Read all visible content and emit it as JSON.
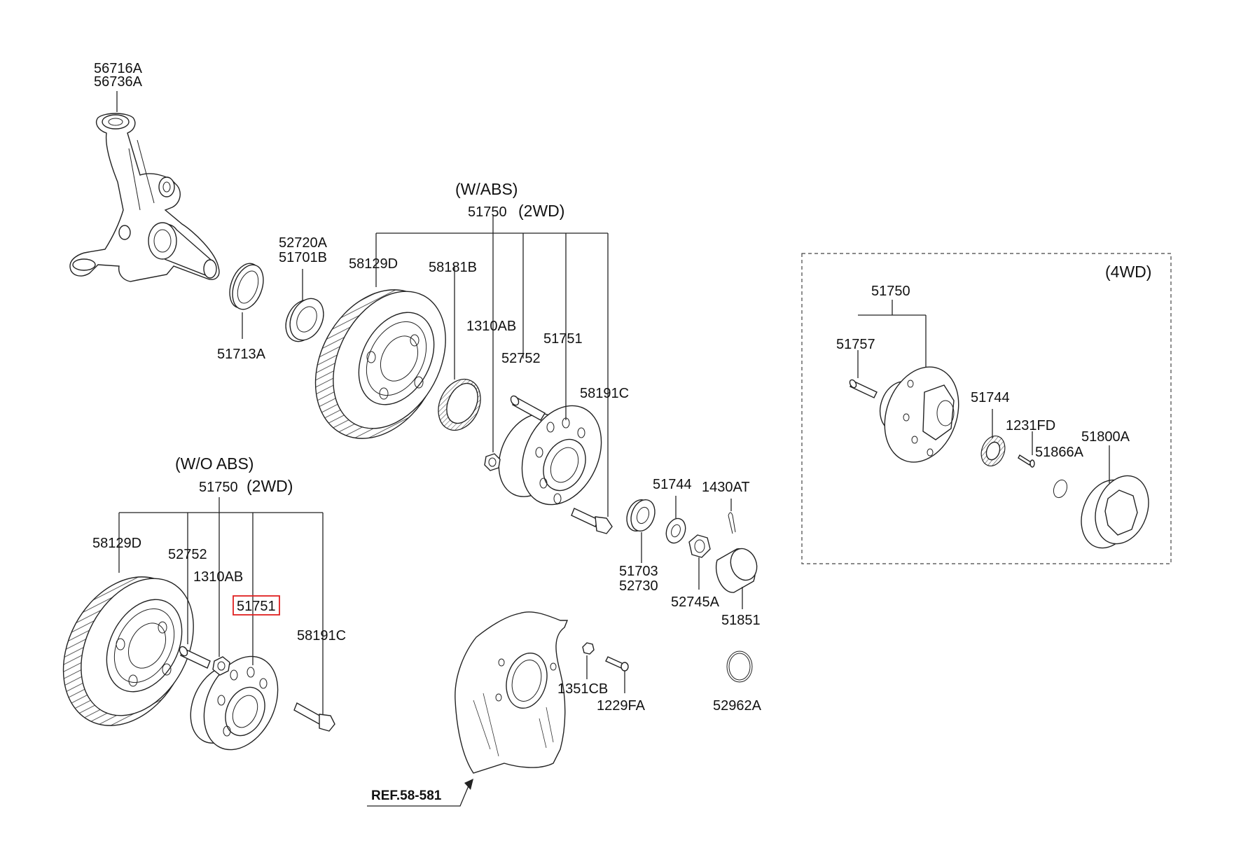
{
  "groups": {
    "w_abs": "(W/ABS)",
    "w_abs_code": "51750",
    "w_abs_drive": "(2WD)",
    "wo_abs": "(W/O ABS)",
    "wo_abs_code": "51750",
    "wo_abs_drive": "(2WD)",
    "fwd": "(4WD)",
    "fwd_code": "51750"
  },
  "parts": {
    "knuckle_a": "56716A",
    "knuckle_b": "56736A",
    "seal_51713A": "51713A",
    "bearing_a": "52720A",
    "bearing_b": "51701B",
    "disc_wabs": "58129D",
    "ring_wabs": "58181B",
    "nut_wabs": "1310AB",
    "stud_wabs": "52752",
    "hub_wabs": "51751",
    "bolt_wabs": "58191C",
    "washer": "51744",
    "pin": "1430AT",
    "outer_bearing_a": "51703",
    "outer_bearing_b": "52730",
    "castle_nut": "52745A",
    "cap": "51851",
    "nut_1351": "1351CB",
    "bolt_1229": "1229FA",
    "snap_ring": "52962A",
    "disc_woabs": "58129D",
    "stud_woabs": "52752",
    "nut_woabs": "1310AB",
    "hub_woabs": "51751",
    "bolt_woabs": "58191C",
    "ref": "REF.58-581",
    "stud_4wd": "51757",
    "washer_4wd": "51744",
    "screw_4wd": "1231FD",
    "oring_4wd": "51866A",
    "lock_hub_4wd": "51800A"
  },
  "colors": {
    "highlight": "#e02020",
    "line": "#222222",
    "background": "#ffffff"
  }
}
